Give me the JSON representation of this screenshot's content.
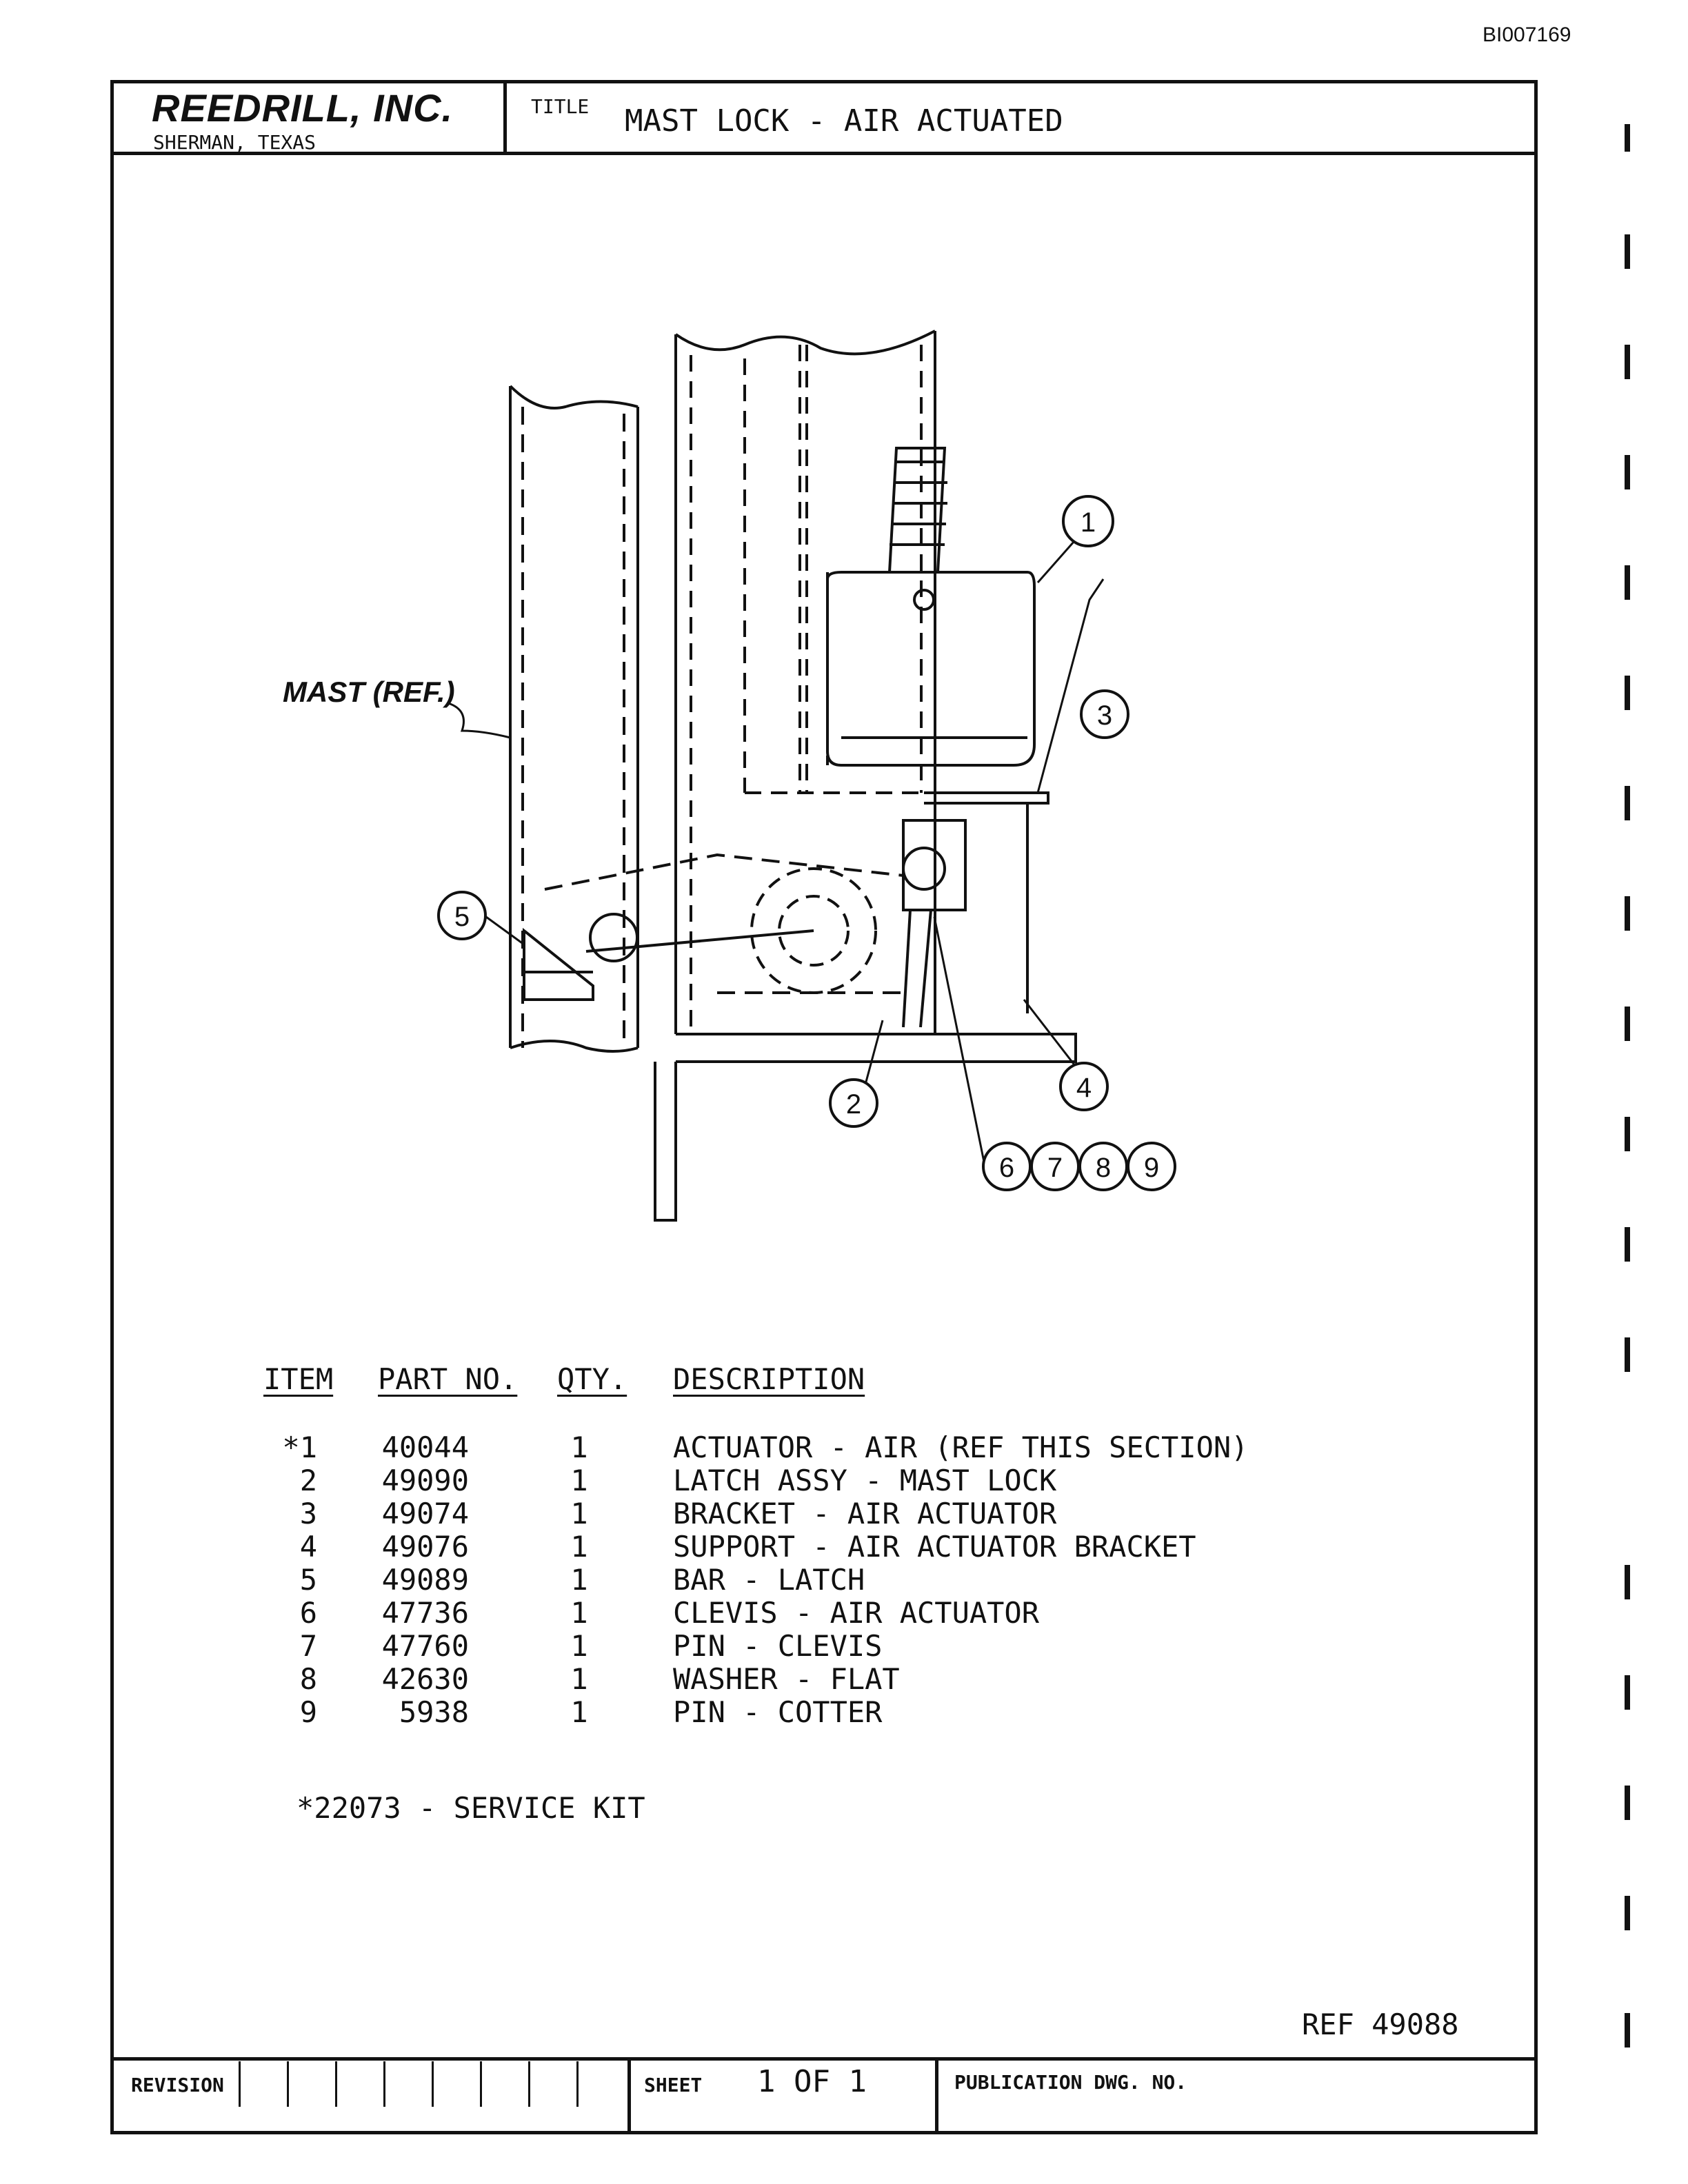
{
  "doc_id": "BI007169",
  "header": {
    "company": "REEDRILL, INC.",
    "location": "SHERMAN, TEXAS",
    "title_label": "TITLE",
    "title": "MAST LOCK - AIR ACTUATED"
  },
  "drawing": {
    "mast_label": "MAST (REF.)",
    "callouts": [
      "1",
      "2",
      "3",
      "4",
      "5",
      "6",
      "7",
      "8",
      "9"
    ]
  },
  "parts_table": {
    "headers": [
      "ITEM",
      "PART NO.",
      "QTY.",
      "DESCRIPTION"
    ],
    "rows": [
      {
        "item": "*1",
        "part": "40044",
        "qty": "1",
        "desc": "ACTUATOR - AIR (REF THIS SECTION)"
      },
      {
        "item": "2",
        "part": "49090",
        "qty": "1",
        "desc": "LATCH ASSY - MAST LOCK"
      },
      {
        "item": "3",
        "part": "49074",
        "qty": "1",
        "desc": "BRACKET - AIR ACTUATOR"
      },
      {
        "item": "4",
        "part": "49076",
        "qty": "1",
        "desc": "SUPPORT - AIR ACTUATOR BRACKET"
      },
      {
        "item": "5",
        "part": "49089",
        "qty": "1",
        "desc": "BAR - LATCH"
      },
      {
        "item": "6",
        "part": "47736",
        "qty": "1",
        "desc": "CLEVIS - AIR ACTUATOR"
      },
      {
        "item": "7",
        "part": "47760",
        "qty": "1",
        "desc": "PIN - CLEVIS"
      },
      {
        "item": "8",
        "part": "42630",
        "qty": "1",
        "desc": "WASHER - FLAT"
      },
      {
        "item": "9",
        "part": "5938",
        "qty": "1",
        "desc": "PIN - COTTER"
      }
    ]
  },
  "note": "*22073 - SERVICE KIT",
  "ref": "REF 49088",
  "footer": {
    "revision_label": "REVISION",
    "sheet_label": "SHEET",
    "sheet_value": "1 OF 1",
    "publication_label": "PUBLICATION DWG. NO."
  }
}
